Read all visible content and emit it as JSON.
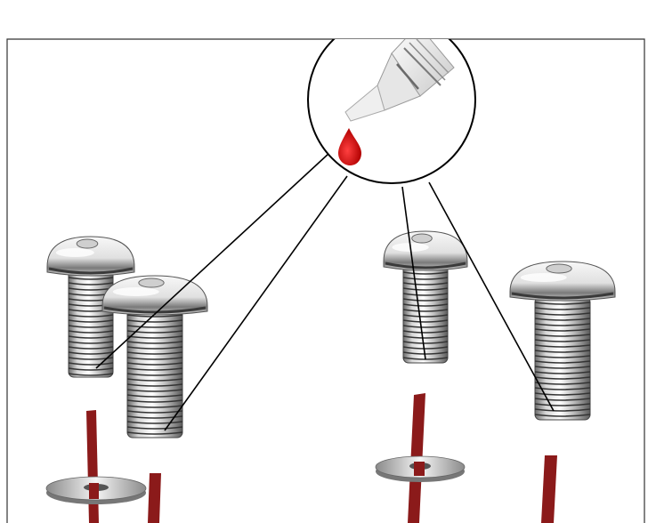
{
  "diagram": {
    "callout": {
      "tube_icon": "threadlocker-tube-icon",
      "drop_icon": "red-drop-icon",
      "drop_color": "#cc1111"
    },
    "screws": [
      {
        "id": "screw-1",
        "icon": "button-head-screw-icon"
      },
      {
        "id": "screw-2",
        "icon": "button-head-screw-icon"
      },
      {
        "id": "screw-3",
        "icon": "button-head-screw-icon"
      },
      {
        "id": "screw-4",
        "icon": "button-head-screw-icon"
      }
    ],
    "washers": [
      {
        "id": "washer-1",
        "icon": "flat-washer-icon"
      },
      {
        "id": "washer-2",
        "icon": "flat-washer-icon"
      }
    ],
    "rods": [
      {
        "id": "rod-1",
        "icon": "threaded-rod-icon"
      },
      {
        "id": "rod-2",
        "icon": "threaded-rod-icon"
      },
      {
        "id": "rod-3",
        "icon": "threaded-rod-icon"
      },
      {
        "id": "rod-4",
        "icon": "threaded-rod-icon"
      }
    ],
    "colors": {
      "rod": "#8b1a1a",
      "line": "#000000",
      "metal_light": "#f2f2f2",
      "metal_dark": "#555555"
    }
  }
}
